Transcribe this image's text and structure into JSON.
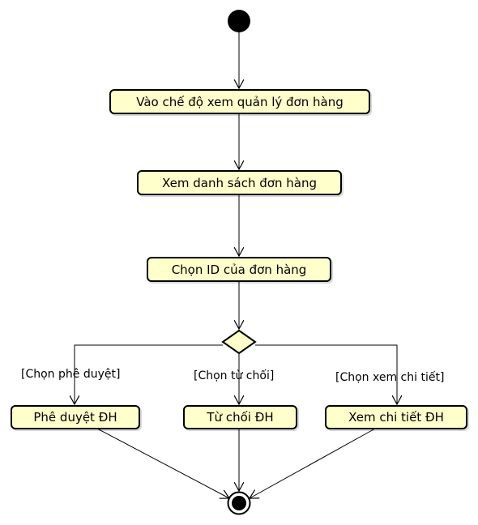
{
  "actions": {
    "enter_mode": "Vào chế độ xem quản lý đơn hàng",
    "view_list": "Xem danh sách đơn hàng",
    "select_id": "Chọn ID của đơn hàng",
    "approve": "Phê duyệt ĐH",
    "reject": "Từ chối ĐH",
    "view_detail": "Xem chi tiết ĐH"
  },
  "guards": {
    "approve": "[Chọn phê duyệt]",
    "reject": "[Chọn từ chối]",
    "view_detail": "[Chọn xem chi tiết]"
  },
  "colors": {
    "action_fill": "#ffffcc",
    "stroke": "#000000"
  }
}
